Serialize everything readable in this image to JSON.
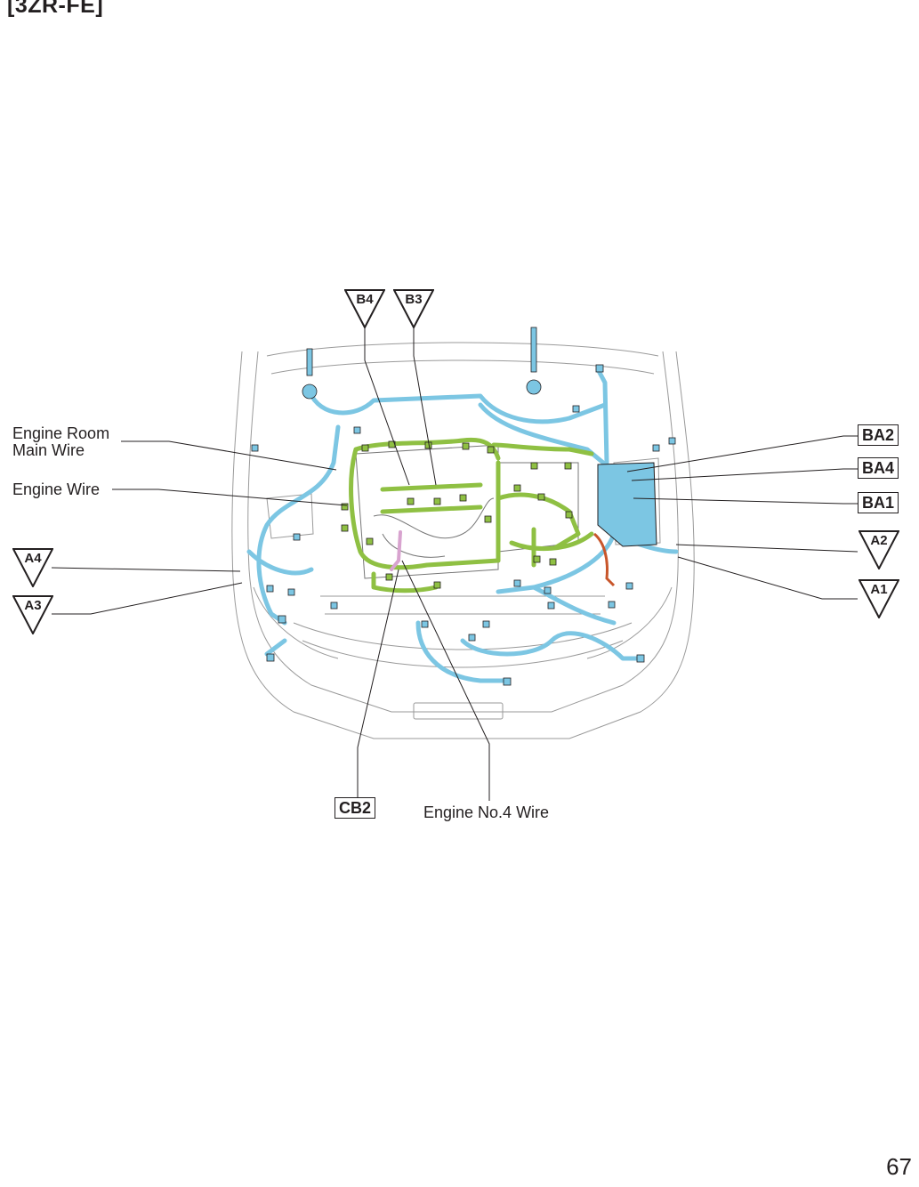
{
  "header": {
    "title": "[3ZR-FE]"
  },
  "footer": {
    "page_number": "67"
  },
  "wire_labels": {
    "engine_room_main_wire_line1": "Engine Room",
    "engine_room_main_wire_line2": "Main Wire",
    "engine_wire": "Engine Wire",
    "engine_no4_wire": "Engine No.4 Wire"
  },
  "connector_labels": {
    "b4": "B4",
    "b3": "B3",
    "ba2": "BA2",
    "ba4": "BA4",
    "ba1": "BA1",
    "a2": "A2",
    "a1": "A1",
    "a4": "A4",
    "a3": "A3",
    "cb2": "CB2"
  },
  "colors": {
    "engine_room_main_wire": "#7cc6e3",
    "engine_wire": "#8fc043",
    "engine_no4_wire": "#d8a3cf",
    "outline": "#231f20",
    "car_body": "#9a9a9a"
  }
}
